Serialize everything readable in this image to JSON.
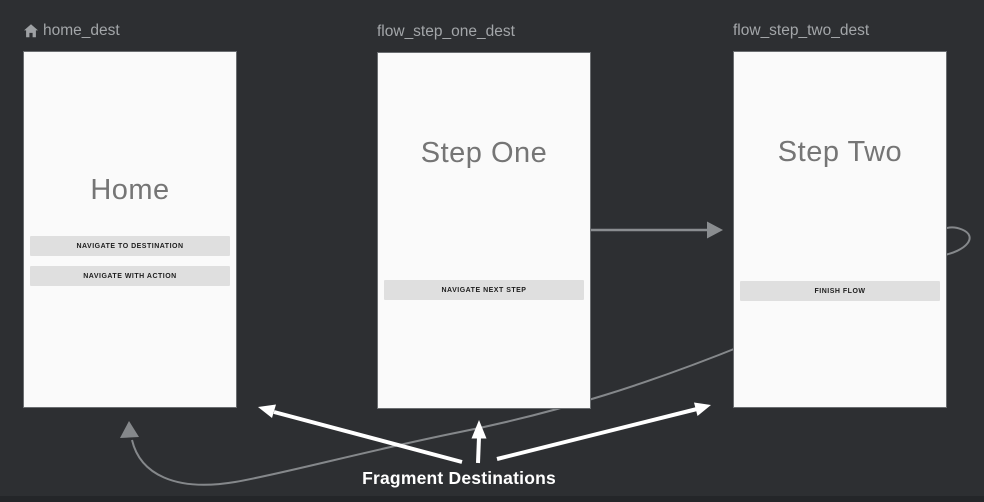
{
  "editor": {
    "kind": "navigation-graph",
    "background": "#2d2f32",
    "card_bg": "#fafafa",
    "edge_color": "#8a8d90",
    "annotation_color": "#ffffff",
    "label_color": "#a3a6a9",
    "title_color": "#757575",
    "button_bg": "#dfdfdf"
  },
  "destinations": [
    {
      "id": "home_dest",
      "label": "home_dest",
      "start_destination": true,
      "icon": "home-icon",
      "title": "Home",
      "buttons": [
        "NAVIGATE TO DESTINATION",
        "NAVIGATE WITH ACTION"
      ]
    },
    {
      "id": "flow_step_one_dest",
      "label": "flow_step_one_dest",
      "start_destination": false,
      "title": "Step One",
      "buttons": [
        "NAVIGATE NEXT STEP"
      ]
    },
    {
      "id": "flow_step_two_dest",
      "label": "flow_step_two_dest",
      "start_destination": false,
      "title": "Step Two",
      "buttons": [
        "FINISH FLOW"
      ]
    }
  ],
  "annotation": {
    "label": "Fragment Destinations"
  }
}
